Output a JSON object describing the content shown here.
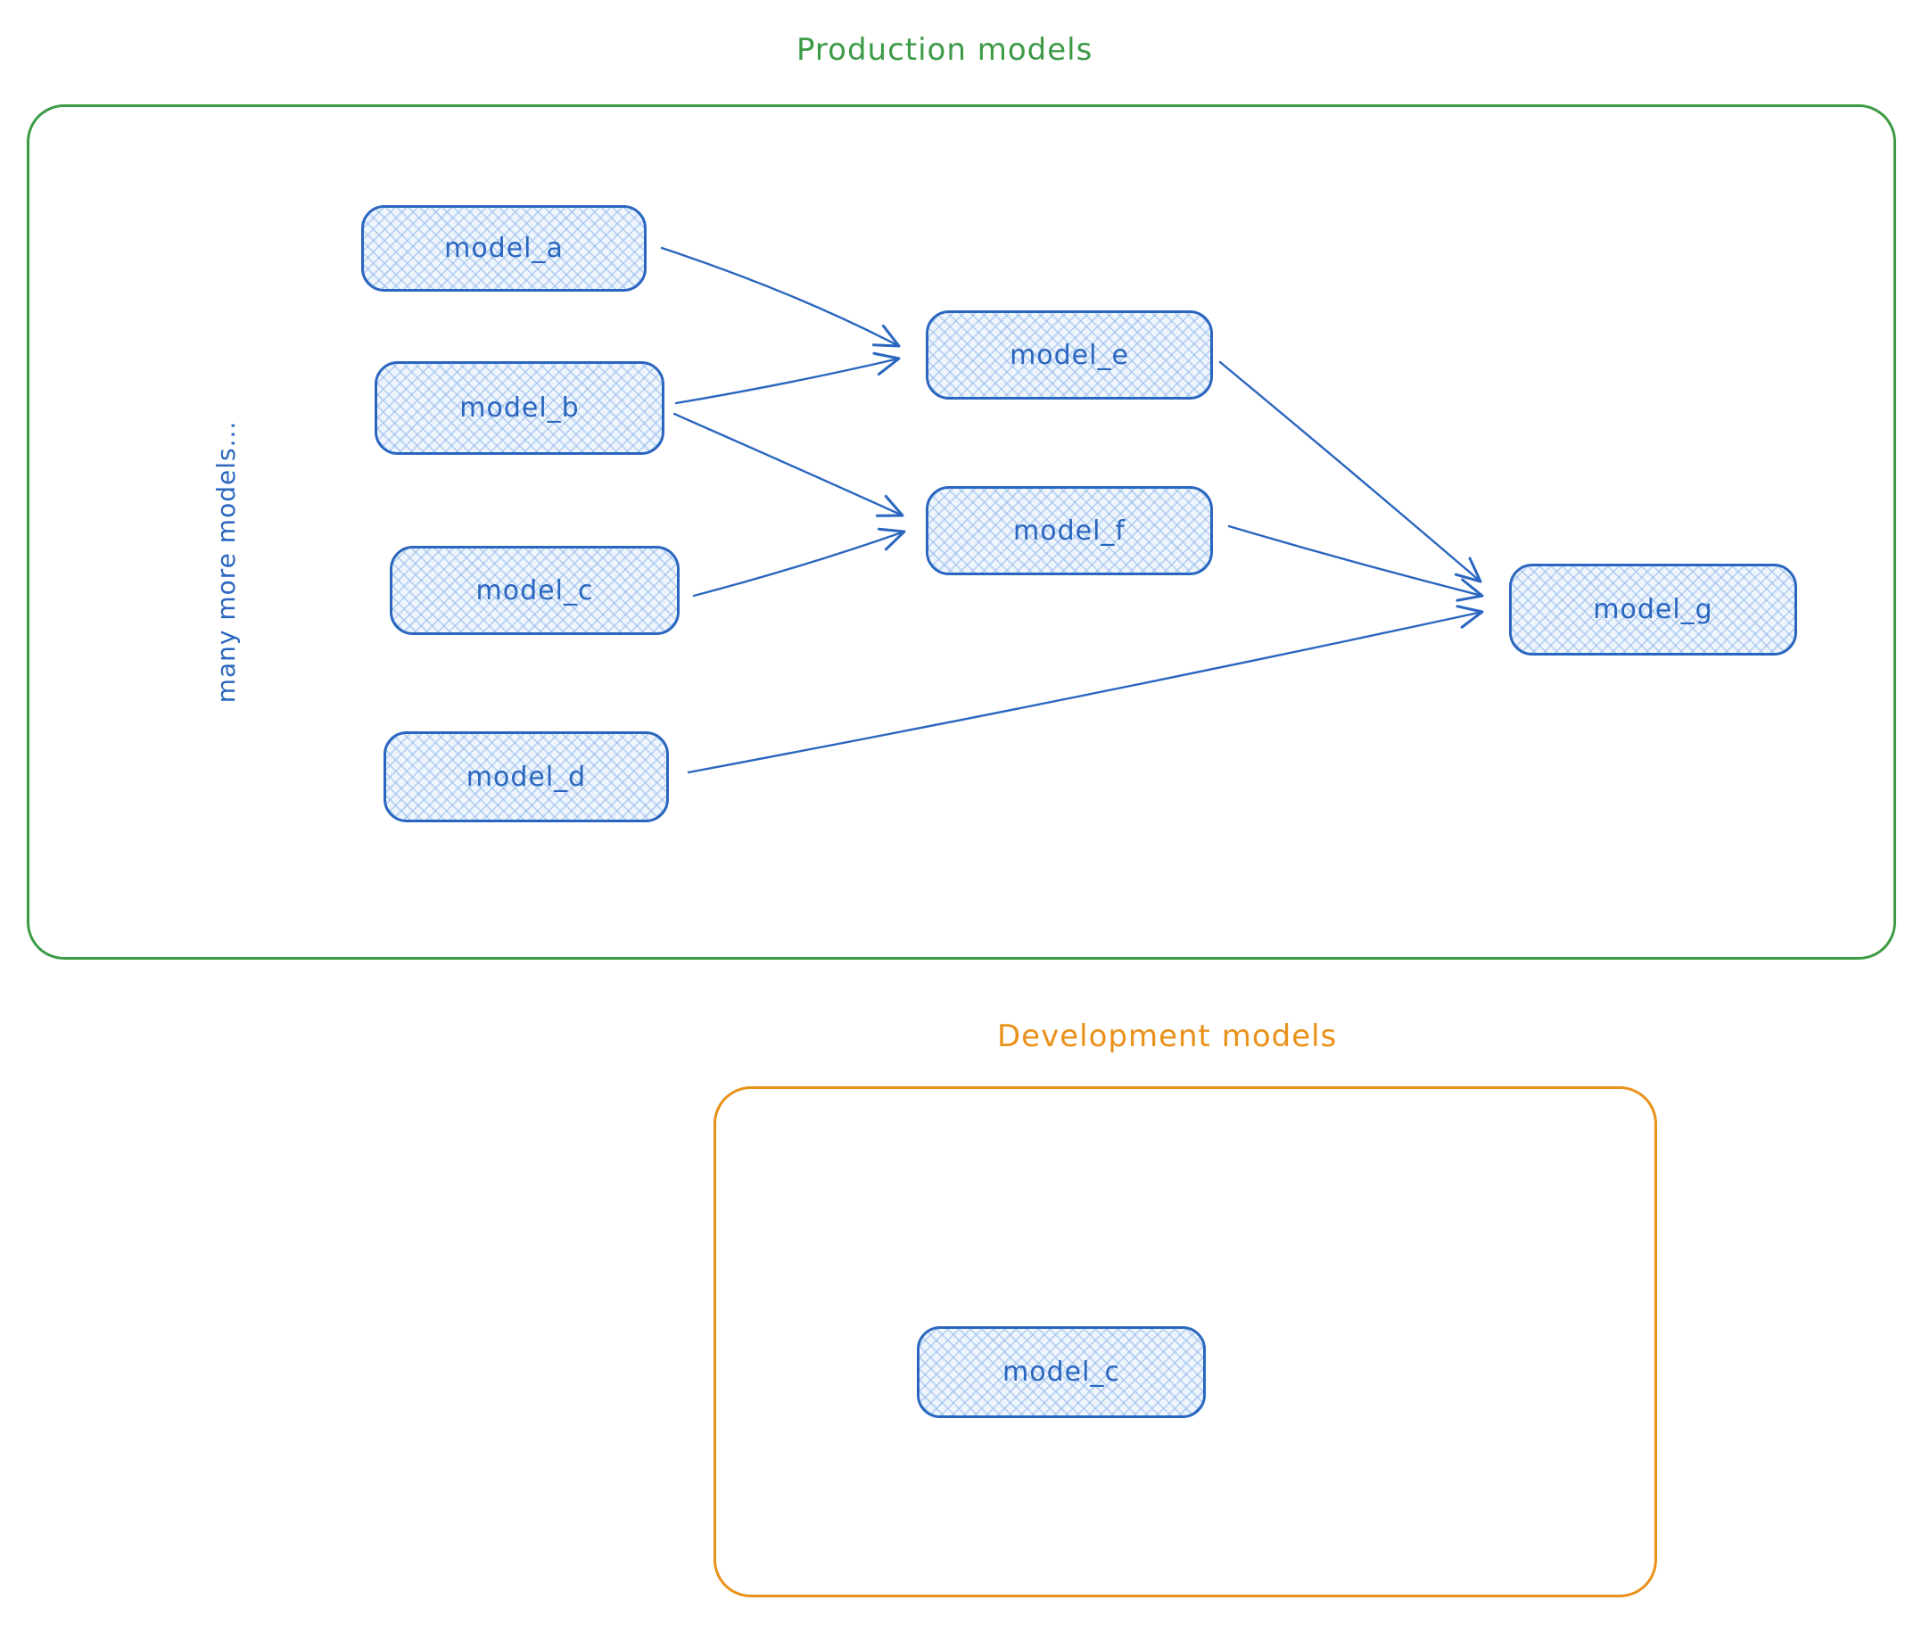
{
  "diagram": {
    "production": {
      "title": "Production models",
      "note": "many more models...",
      "nodes": {
        "model_a": {
          "label": "model_a"
        },
        "model_b": {
          "label": "model_b"
        },
        "model_c": {
          "label": "model_c"
        },
        "model_d": {
          "label": "model_d"
        },
        "model_e": {
          "label": "model_e"
        },
        "model_f": {
          "label": "model_f"
        },
        "model_g": {
          "label": "model_g"
        }
      },
      "edges": [
        {
          "from": "model_a",
          "to": "model_e"
        },
        {
          "from": "model_b",
          "to": "model_e"
        },
        {
          "from": "model_b",
          "to": "model_f"
        },
        {
          "from": "model_c",
          "to": "model_f"
        },
        {
          "from": "model_e",
          "to": "model_g"
        },
        {
          "from": "model_f",
          "to": "model_g"
        },
        {
          "from": "model_d",
          "to": "model_g"
        }
      ]
    },
    "development": {
      "title": "Development models",
      "nodes": {
        "model_c_dev": {
          "label": "model_c"
        }
      }
    },
    "colors": {
      "production_accent": "#3d9b47",
      "development_accent": "#e99119",
      "node_stroke": "#2a66bf",
      "node_fill": "#eef5fd",
      "node_hatch": "#89b2e8"
    }
  }
}
